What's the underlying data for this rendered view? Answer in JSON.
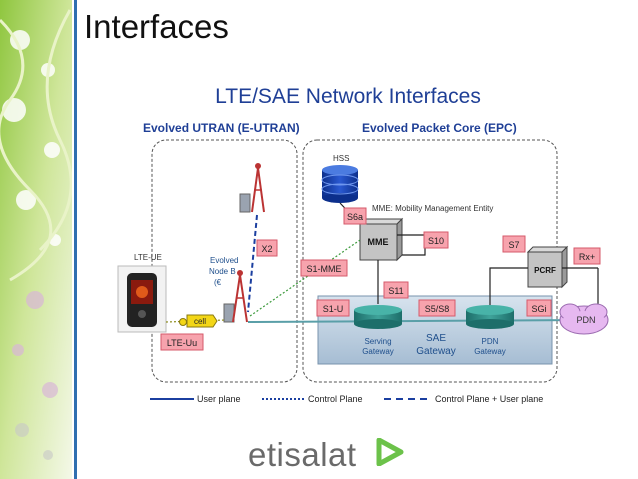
{
  "slide": {
    "title": "Interfaces"
  },
  "diagram": {
    "title": "LTE/SAE Network Interfaces",
    "eutran_label": "Evolved UTRAN (E-UTRAN)",
    "epc_label": "Evolved Packet Core (EPC)",
    "hss_label": "HSS",
    "mme_caption": "MME: Mobility Management Entity",
    "ue_label": "LTE-UE",
    "enb_label": [
      "Evolved",
      "Node B",
      "(€"
    ],
    "cell_label": "cell",
    "nodes": {
      "mme": "MME",
      "pcrf": "PCRF",
      "pdn": "PDN",
      "serving_gw": [
        "Serving",
        "Gateway"
      ],
      "sae_gw": [
        "SAE",
        "Gateway"
      ],
      "pdn_gw": [
        "PDN",
        "Gateway"
      ]
    },
    "interfaces": {
      "x2": "X2",
      "s6a": "S6a",
      "s10": "S10",
      "s1_mme": "S1-MME",
      "s11": "S11",
      "s7": "S7",
      "rx": "Rx+",
      "s1_u": "S1-U",
      "s5_s8": "S5/S8",
      "sgi": "SGi",
      "lte_uu": "LTE-Uu"
    },
    "legend": {
      "user_plane": "User plane",
      "control_plane": "Control Plane",
      "control_user_plane": "Control Plane + User plane"
    },
    "colors": {
      "interface_label_bg": "#f7a3ad",
      "interface_label_border": "#d65a6a",
      "user_plane": "#1b3fa0",
      "backbone": "#5a9fa8",
      "epc_box": "#a9c1d6",
      "title_blue": "#1f3f96"
    }
  },
  "logo": {
    "text": "etisalat",
    "mark": "arrow-mark-icon",
    "color": "#6cc24a"
  }
}
